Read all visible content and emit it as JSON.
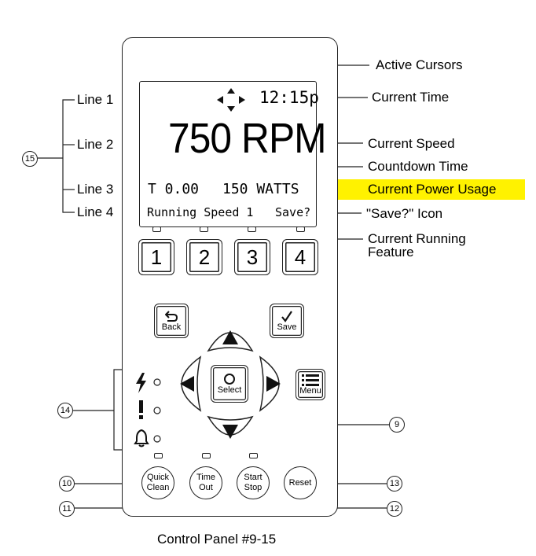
{
  "screen": {
    "time": "12:15p",
    "speed": "750 RPM",
    "countdown": "T 0.00",
    "power": "150 WATTS",
    "feature": "Running Speed 1",
    "save_icon": "Save?",
    "cursor_icon": "four-way-arrows-icon"
  },
  "callouts": {
    "active_cursors": "Active Cursors",
    "current_time": "Current Time",
    "current_speed": "Current Speed",
    "countdown_time": "Countdown Time",
    "current_power_usage": "Current Power Usage",
    "save_icon": "\"Save?\" Icon",
    "current_running_feature_1": "Current Running",
    "current_running_feature_2": "Feature"
  },
  "lines": {
    "line1": "Line 1",
    "line2": "Line 2",
    "line3": "Line 3",
    "line4": "Line 4"
  },
  "numbered_callouts": {
    "n15": "15",
    "n14": "14",
    "n9": "9",
    "n10": "10",
    "n11": "11",
    "n12": "12",
    "n13": "13"
  },
  "number_buttons": [
    "1",
    "2",
    "3",
    "4"
  ],
  "buttons": {
    "back": "Back",
    "save": "Save",
    "select": "Select",
    "menu": "Menu",
    "quick_1": "Quick",
    "quick_2": "Clean",
    "timeout_1": "Time",
    "timeout_2": "Out",
    "startstop_1": "Start",
    "startstop_2": "Stop",
    "reset": "Reset"
  },
  "status_icons": [
    "lightning-icon",
    "exclamation-icon",
    "bell-icon"
  ],
  "caption": "Control Panel #9-15",
  "colors": {
    "highlight": "#fff200",
    "stroke": "#222222"
  }
}
